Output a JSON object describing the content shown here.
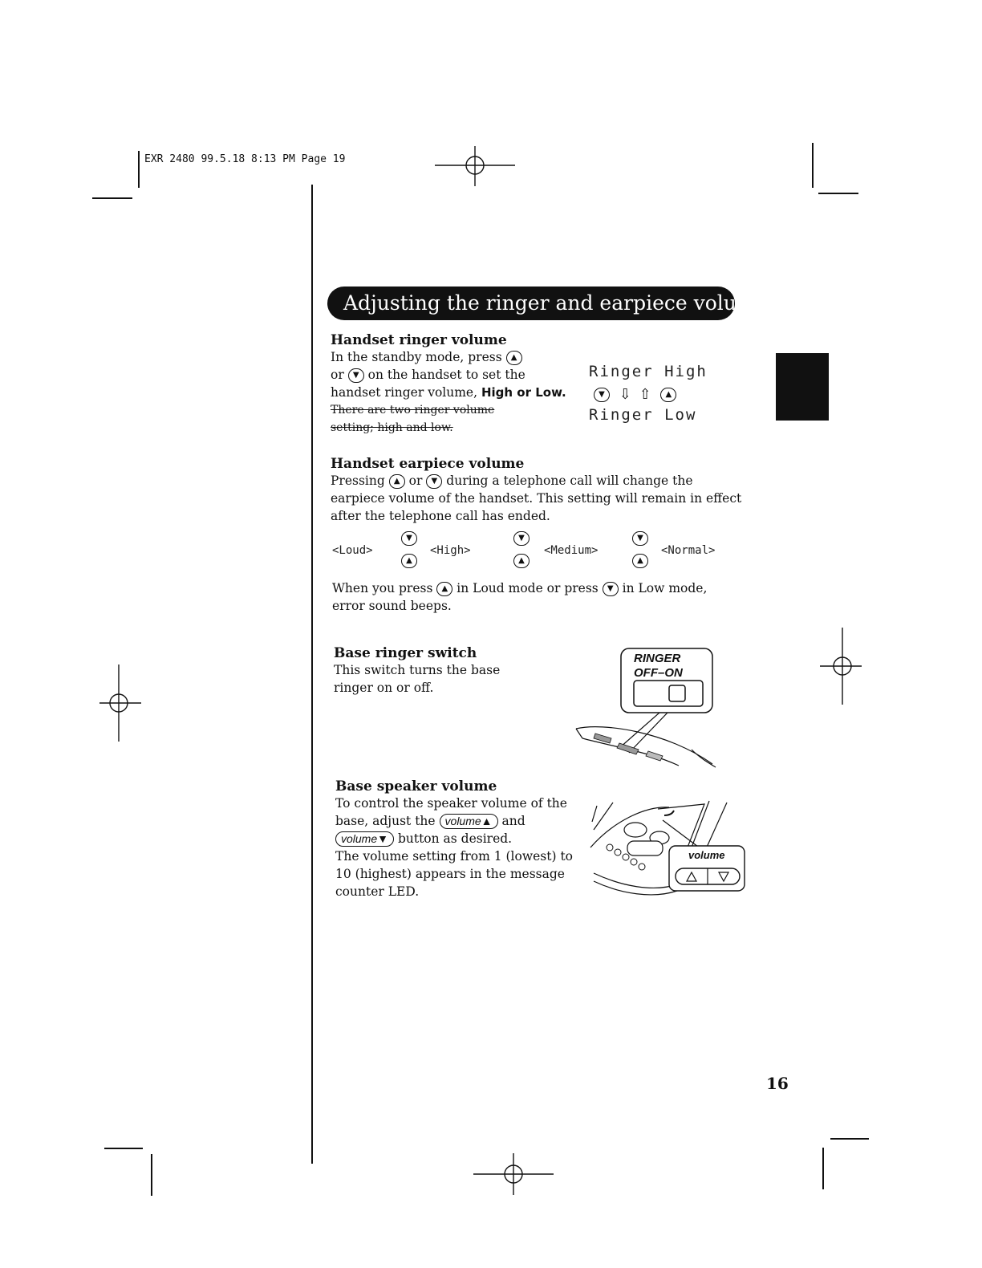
{
  "slug": "EXR 2480  99.5.18 8:13 PM  Page 19",
  "banner_title": "Adjusting the ringer and earpiece volume",
  "sections": {
    "handset_ringer": {
      "heading": "Handset ringer volume",
      "lines": [
        "In the standby mode, press",
        "or",
        "on the handset to set the",
        "handset ringer volume,"
      ],
      "handwritten": "High or Low.",
      "struck_out": [
        "There are two ringer volume",
        "setting; high and low."
      ],
      "lcd_high": "Ringer High",
      "lcd_low": "Ringer Low"
    },
    "handset_earpiece": {
      "heading": "Handset earpiece volume",
      "text": [
        "Pressing",
        "or",
        "during a telephone call will change the",
        "earpiece volume of the handset. This setting will remain in effect",
        "after the telephone call has ended."
      ],
      "levels": [
        "<Loud>",
        "<High>",
        "<Medium>",
        "<Normal>"
      ],
      "note": [
        "When you press",
        "in Loud mode or press",
        "in Low mode,",
        "error sound beeps."
      ]
    },
    "base_ringer": {
      "heading": "Base ringer switch",
      "lines": [
        "This switch turns the base",
        "ringer on or off."
      ],
      "switch_label_1": "RINGER",
      "switch_label_2": "OFF–ON"
    },
    "base_speaker": {
      "heading": "Base speaker volume",
      "lines": [
        "To control the speaker volume of the",
        "base, adjust the",
        "and",
        "button as desired.",
        "The volume setting from 1 (lowest) to",
        "10 (highest) appears in the message",
        "counter LED."
      ],
      "volume_up_button": "volume▲",
      "volume_down_button": "volume▼",
      "callout_label": "volume"
    }
  },
  "page_number": "16",
  "icons": {
    "up_key": "▲",
    "down_key": "▼",
    "down_arrow": "⇩",
    "up_arrow": "⇧"
  }
}
